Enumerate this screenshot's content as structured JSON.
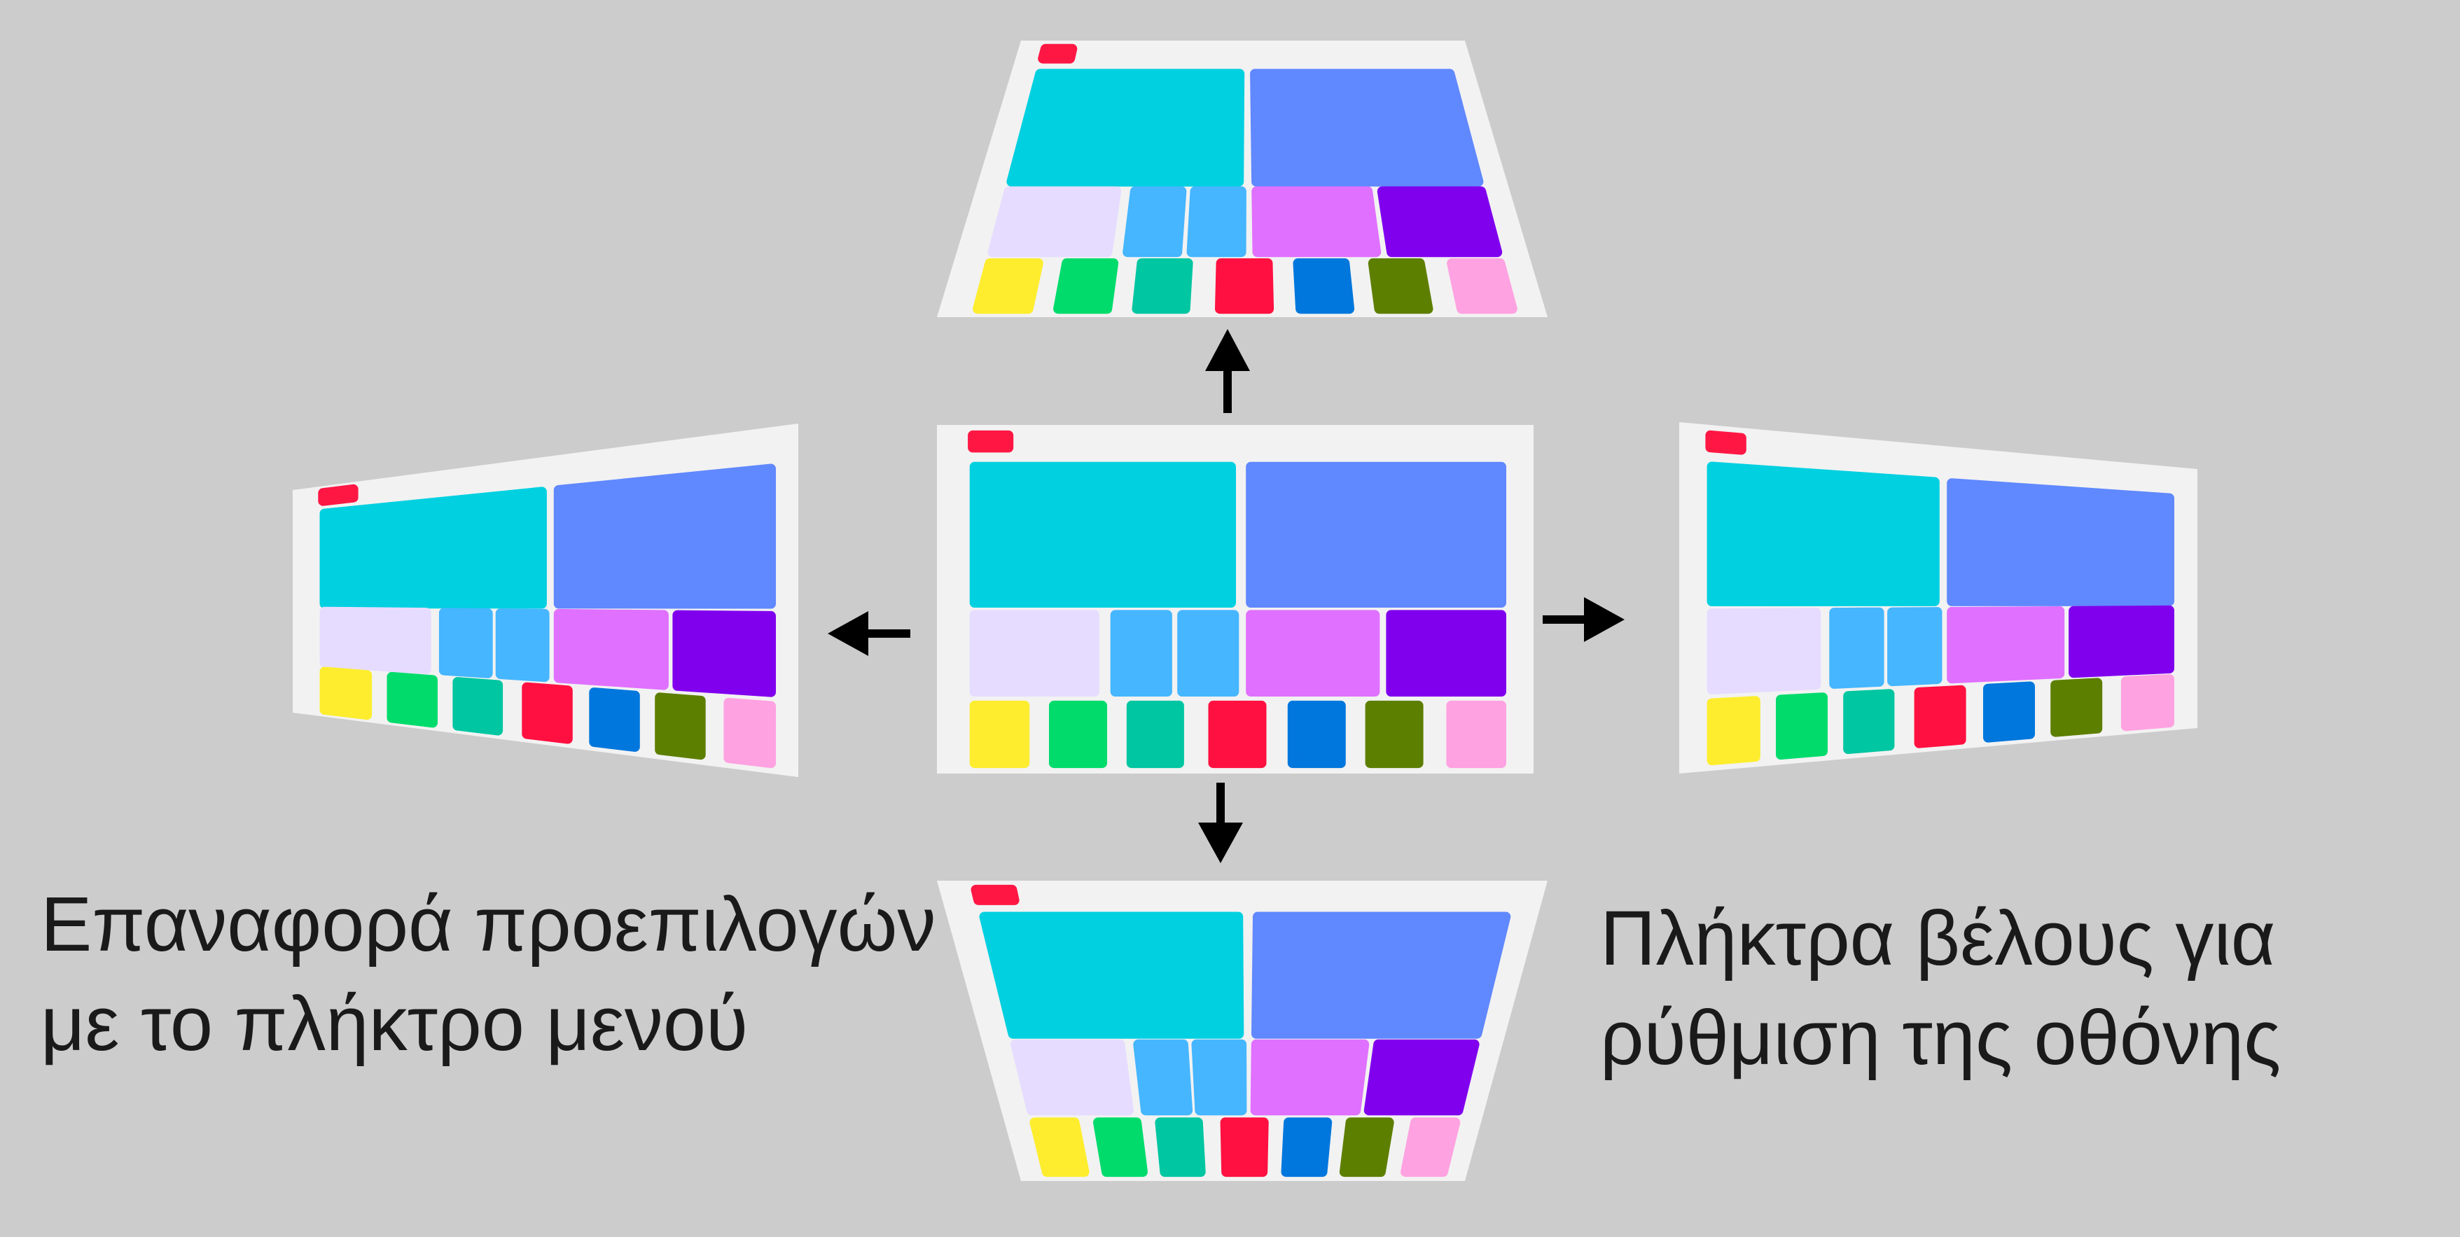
{
  "captions": {
    "left": {
      "line1": "Επαναφορά προεπιλογών",
      "line2": "με το πλήκτρο μενού"
    },
    "right": {
      "line1": "Πλήκτρα βέλους για",
      "line2": "ρύθμιση της οθόνης"
    }
  },
  "colors": {
    "background": "#cccccc",
    "panel": "#f2f2f2",
    "arrow": "#000000",
    "indicator": "#ff1744",
    "row1": [
      "#00d0e0",
      "#6088ff"
    ],
    "row2": [
      "#e6dcff",
      "#45b6ff",
      "#45b6ff",
      "#e070ff",
      "#8000ee"
    ],
    "row3": [
      "#fded2e",
      "#00db6c",
      "#00c6a1",
      "#ff1040",
      "#0077dd",
      "#5d7f00",
      "#ffa2e1"
    ]
  },
  "screens": [
    {
      "id": "center",
      "label": "centered screen"
    },
    {
      "id": "up",
      "label": "screen shifted up"
    },
    {
      "id": "down",
      "label": "screen shifted down"
    },
    {
      "id": "left",
      "label": "screen shifted left"
    },
    {
      "id": "right",
      "label": "screen shifted right"
    }
  ],
  "arrows": [
    "up",
    "down",
    "left",
    "right"
  ]
}
